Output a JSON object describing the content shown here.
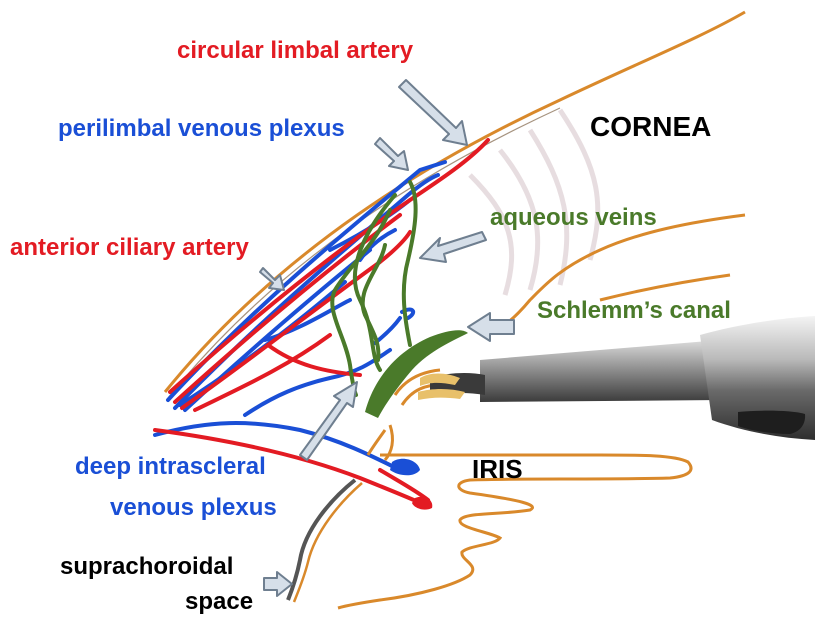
{
  "labels": {
    "circular_limbal_artery": "circular limbal artery",
    "perilimbal_venous_plexus": "perilimbal venous plexus",
    "cornea": "CORNEA",
    "aqueous_veins": "aqueous veins",
    "anterior_ciliary_artery": "anterior ciliary artery",
    "schlemms_canal": "Schlemm’s canal",
    "deep_intrascleral_line1": "deep intrascleral",
    "deep_intrascleral_line2": "venous plexus",
    "iris": "IRIS",
    "suprachoroidal_line1": "suprachoroidal",
    "suprachoroidal_line2": "space"
  },
  "colors": {
    "artery": "#e31b23",
    "vein": "#1a4fd6",
    "aqueous": "#4a7a2a",
    "tissue": "#d9892b",
    "black": "#000000",
    "arrow_fill": "#d6dfe9",
    "arrow_stroke": "#6f7f90"
  }
}
